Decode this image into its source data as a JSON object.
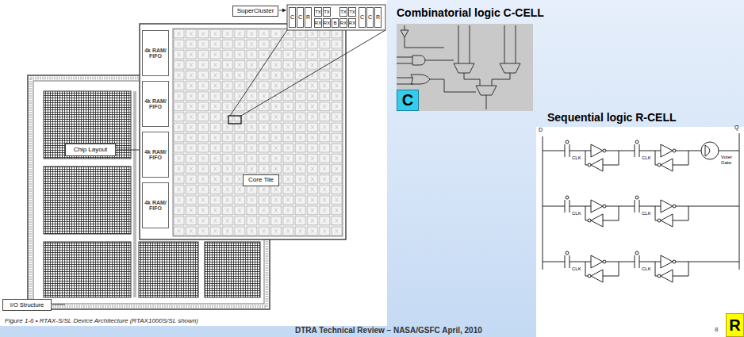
{
  "diagram": {
    "nodes": [
      {
        "text": [
          "SuperCluster"
        ]
      },
      {
        "text": [
          "C"
        ]
      },
      {
        "text": [
          "C"
        ]
      },
      {
        "text": [
          "R"
        ]
      },
      {
        "text": [
          "TX"
        ]
      },
      {
        "text": [
          "TX"
        ]
      },
      {
        "text": [
          "RX"
        ]
      },
      {
        "text": [
          "RX"
        ]
      },
      {
        "text": [
          "B"
        ]
      },
      {
        "text": [
          "TX"
        ]
      },
      {
        "text": [
          "TX"
        ]
      },
      {
        "text": [
          "RX"
        ]
      },
      {
        "text": [
          "RX"
        ]
      },
      {
        "text": [
          "C"
        ]
      },
      {
        "text": [
          "C"
        ]
      },
      {
        "text": [
          "R"
        ]
      },
      {
        "text": [
          "Chip Layout"
        ]
      },
      {
        "text": [
          "4k RAM/ FIFO"
        ]
      },
      {
        "text": [
          "4k RAM/ FIFO"
        ]
      },
      {
        "text": [
          "4k RAM/ FIFO"
        ]
      },
      {
        "text": [
          "4k RAM/ FIFO"
        ]
      },
      {
        "text": [
          "Core Tile"
        ]
      },
      {
        "text": [
          "I/O Structure"
        ]
      },
      {
        "text": [
          "C"
        ]
      },
      {
        "text": [
          "R"
        ]
      }
    ],
    "labels": [
      "Combinatorial logic C-CELL",
      "Sequential logic R-CELL",
      "Figure 1-6 • RTAX-S/SL Device Architecture (RTAX1000S/SL shown)",
      "DTRA Technical Review – NASA/GSFC April, 2010",
      "8",
      "D",
      "Q",
      "CLK",
      "CLK",
      "CLK",
      "CLK",
      "CLK",
      "CLK",
      "Voter Gate"
    ]
  }
}
